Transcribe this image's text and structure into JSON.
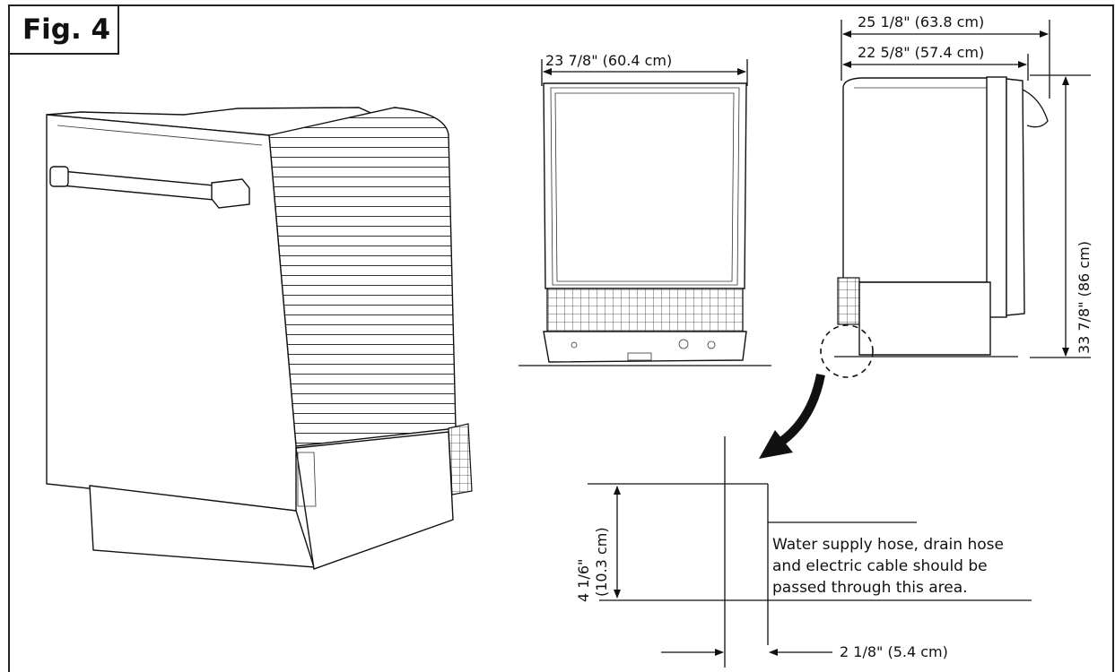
{
  "figure": {
    "label": "Fig. 4"
  },
  "dimensions": {
    "front_width": "23 7/8\" (60.4 cm)",
    "side_depth_overall": "25 1/8\" (63.8 cm)",
    "side_depth_body": "22 5/8\" (57.4 cm)",
    "height": "33 7/8\" (86 cm)",
    "detail_height_line1": "4 1/6\"",
    "detail_height_line2": "(10.3 cm)",
    "detail_width": "2 1/8\" (5.4 cm)"
  },
  "note": {
    "line1": "Water supply hose, drain hose",
    "line2": "and electric cable should be",
    "line3": "passed through this area."
  }
}
